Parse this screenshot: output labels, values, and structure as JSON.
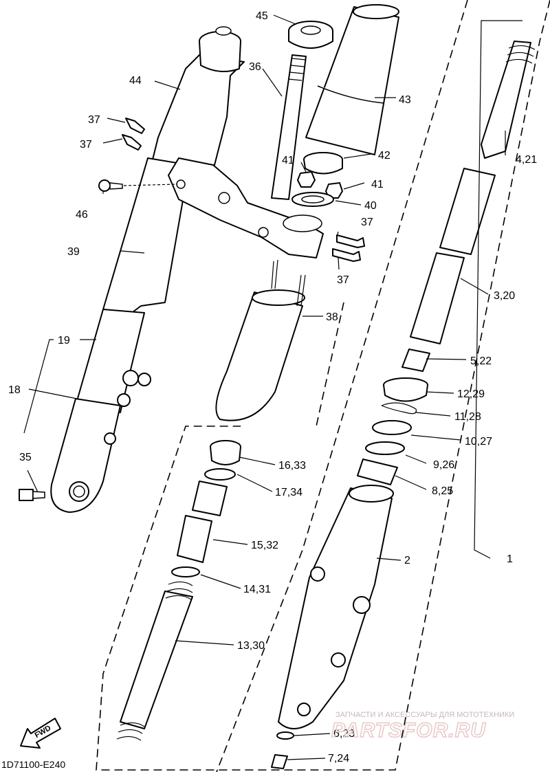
{
  "diagram": {
    "code": "1D71100-E240",
    "fwd_label": "FWD",
    "watermark_text": "ЗАПЧАСТИ И АКСЕССУАРЫ ДЛЯ МОТОТЕХНИКИ",
    "watermark_logo": "PARTSFOR.RU",
    "callouts": [
      {
        "id": "c1",
        "label": "1"
      },
      {
        "id": "c2",
        "label": "2"
      },
      {
        "id": "c3",
        "label": "3,20"
      },
      {
        "id": "c4",
        "label": "4,21"
      },
      {
        "id": "c5",
        "label": "5,22"
      },
      {
        "id": "c6",
        "label": "6,23"
      },
      {
        "id": "c7",
        "label": "7,24"
      },
      {
        "id": "c8",
        "label": "8,25"
      },
      {
        "id": "c9",
        "label": "9,26"
      },
      {
        "id": "c10",
        "label": "10,27"
      },
      {
        "id": "c11",
        "label": "11,28"
      },
      {
        "id": "c12",
        "label": "12,29"
      },
      {
        "id": "c13",
        "label": "13,30"
      },
      {
        "id": "c14",
        "label": "14,31"
      },
      {
        "id": "c15",
        "label": "15,32"
      },
      {
        "id": "c16",
        "label": "16,33"
      },
      {
        "id": "c17",
        "label": "17,34"
      },
      {
        "id": "c18",
        "label": "18"
      },
      {
        "id": "c19",
        "label": "19"
      },
      {
        "id": "c35",
        "label": "35"
      },
      {
        "id": "c36",
        "label": "36"
      },
      {
        "id": "c37a",
        "label": "37"
      },
      {
        "id": "c37b",
        "label": "37"
      },
      {
        "id": "c37c",
        "label": "37"
      },
      {
        "id": "c37d",
        "label": "37"
      },
      {
        "id": "c38",
        "label": "38"
      },
      {
        "id": "c39",
        "label": "39"
      },
      {
        "id": "c40",
        "label": "40"
      },
      {
        "id": "c41a",
        "label": "41"
      },
      {
        "id": "c41b",
        "label": "41"
      },
      {
        "id": "c42",
        "label": "42"
      },
      {
        "id": "c43",
        "label": "43"
      },
      {
        "id": "c44",
        "label": "44"
      },
      {
        "id": "c45",
        "label": "45"
      },
      {
        "id": "c46",
        "label": "46"
      }
    ]
  }
}
